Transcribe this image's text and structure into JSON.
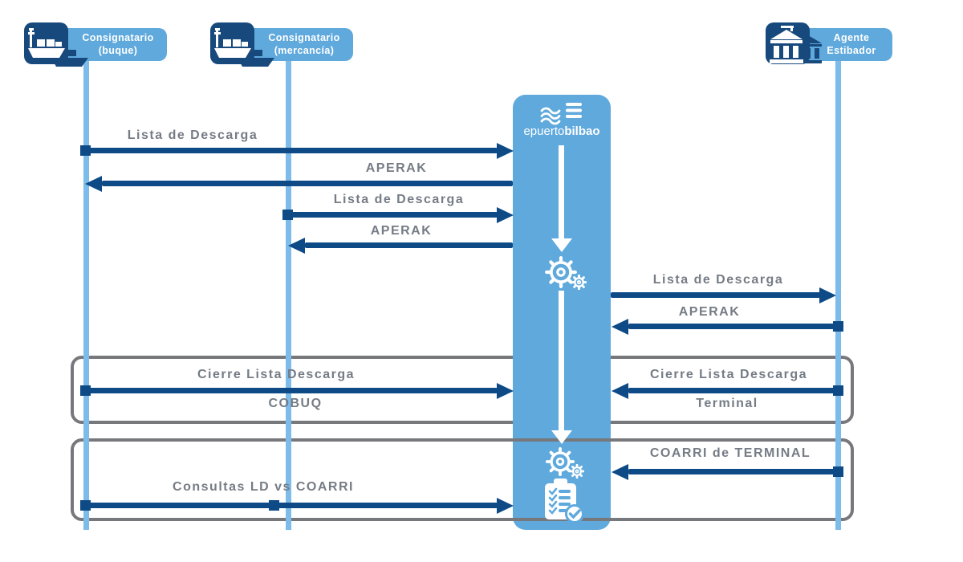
{
  "actors": [
    {
      "name": "Consignatario",
      "subname": "(buque)",
      "icon": "ship-icon"
    },
    {
      "name": "Consignatario",
      "subname": "(mercancía)",
      "icon": "ship-icon"
    },
    {
      "name": "Agente",
      "subname": "Estibador",
      "icon": "building-crane-icon"
    }
  ],
  "system": {
    "brand_regular": "epuerto",
    "brand_bold": "bilbao",
    "logo": "waves-bars-icon",
    "process_icons": [
      "down-arrow-icon",
      "gears-icon",
      "down-arrow-icon",
      "gears-icon",
      "checklist-check-icon"
    ]
  },
  "messages": [
    {
      "label": "Lista de Descarga",
      "from": "consignatario-buque",
      "to": "epuertobilbao",
      "direction": "right"
    },
    {
      "label": "APERAK",
      "from": "epuertobilbao",
      "to": "consignatario-buque",
      "direction": "left"
    },
    {
      "label": "Lista de Descarga",
      "from": "consignatario-mercancia",
      "to": "epuertobilbao",
      "direction": "right"
    },
    {
      "label": "APERAK",
      "from": "epuertobilbao",
      "to": "consignatario-mercancia",
      "direction": "left"
    },
    {
      "label": "Lista de Descarga",
      "from": "epuertobilbao",
      "to": "agente-estibador",
      "direction": "right"
    },
    {
      "label": "APERAK",
      "from": "agente-estibador",
      "to": "epuertobilbao",
      "direction": "left"
    },
    {
      "label": "Cierre Lista Descarga",
      "sublabel": "COBUQ",
      "from": "consignatario-buque",
      "to": "epuertobilbao",
      "direction": "right"
    },
    {
      "label": "Cierre Lista Descarga",
      "sublabel": "Terminal",
      "from": "agente-estibador",
      "to": "epuertobilbao",
      "direction": "left"
    },
    {
      "label": "COARRI de TERMINAL",
      "from": "agente-estibador",
      "to": "epuertobilbao",
      "direction": "left"
    },
    {
      "label": "Consultas LD vs COARRI",
      "from": "consignatarios",
      "to": "epuertobilbao",
      "direction": "right"
    }
  ],
  "colors": {
    "column_blue": "#5FA9DD",
    "lifeline_blue": "#7DBCEA",
    "arrow_navy": "#0D4A86",
    "icon_navy": "#17497C",
    "group_border_gray": "#77787B",
    "label_text_gray": "#757C85"
  }
}
